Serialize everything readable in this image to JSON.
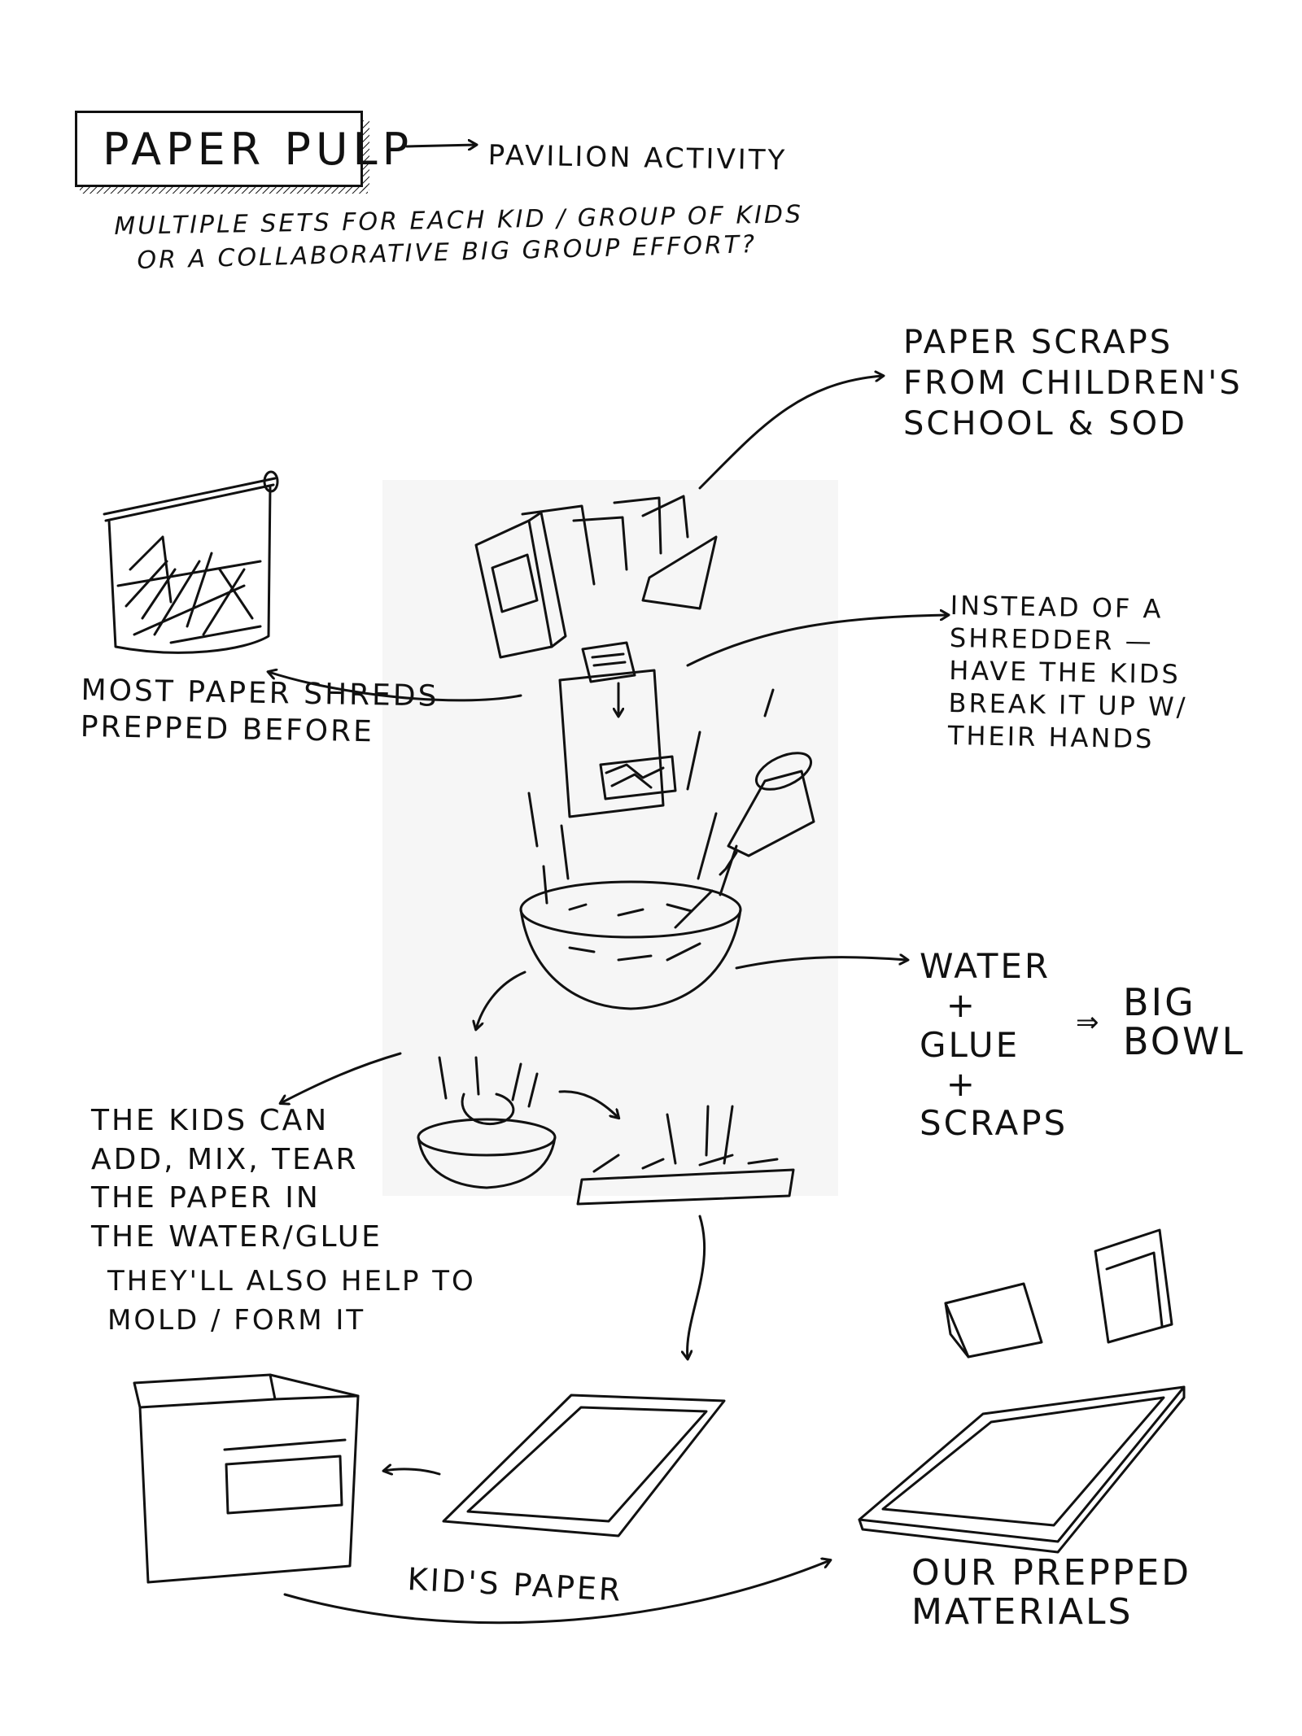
{
  "title": "PAPER PULP",
  "title_note": "PAVILION ACTIVITY",
  "question": [
    "MULTIPLE SETS FOR EACH KID / GROUP OF KIDS",
    "OR A COLLABORATIVE BIG GROUP EFFORT?"
  ],
  "notes": {
    "scraps": "PAPER SCRAPS\nFROM CHILDREN'S\nSCHOOL & SoD",
    "shredder": "INSTEAD OF A\nSHREDDER —\nHAVE THE KIDS\nBREAK IT UP W/\nTHEIR HANDS",
    "shreds": "MOST PAPER SHREDS\nPREPPED BEFORE",
    "mix": "WATER\n  +\nGLUE\n  +\nSCRAPS",
    "mix_arrow": "⇒",
    "bowl": "BIG\nBOWL",
    "kids_can": "THE KIDS CAN\nADD, MIX, TEAR\nTHE PAPER IN\nTHE WATER/GLUE",
    "help": "THEY'LL ALSO HELP TO\nMOLD / FORM IT",
    "kids_paper": "KID'S PAPER",
    "prepped": "OUR PREPPED\nMATERIALS"
  }
}
